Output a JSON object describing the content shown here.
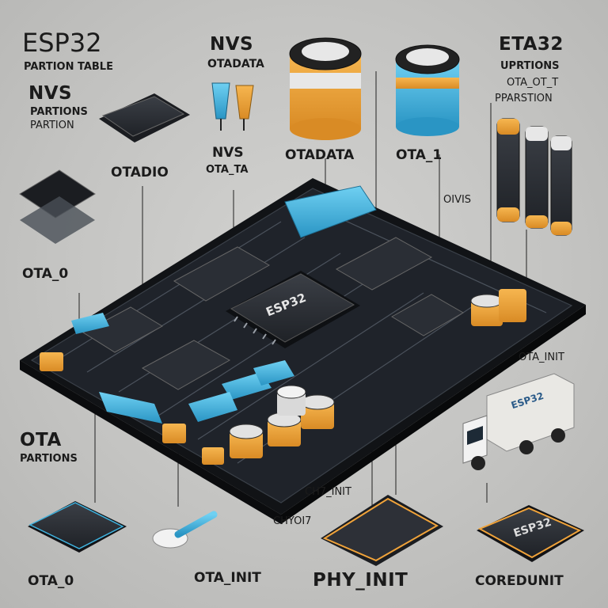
{
  "labels": {
    "esp32_title": "ESP32",
    "partition_table": "PARTION TABLE",
    "nvs_partitions_1": "NVS",
    "nvs_partitions_2": "PARTIONS",
    "nvs_partitions_3": "PARTION",
    "nvs_otadata_1": "NVS",
    "nvs_otadata_2": "OTADATA",
    "eta32_1": "ETA32",
    "eta32_2": "UPRTIONS",
    "eta32_3": "OTA_OT_T",
    "eta32_4": "PPARSTION",
    "otadio": "OTADIO",
    "nvs_ota_t_1": "NVS",
    "nvs_ota_t_2": "OTA_TA",
    "otadata": "OTADATA",
    "ota_1": "OTA_1",
    "ovis": "OIVIS",
    "ota_0_left": "OTA_0",
    "ota_init_right": "OTA_INIT",
    "ota_partitions_1": "OTA",
    "ota_partitions_2": "PARTIONS",
    "ch7_init": "CH7_INIT",
    "chy": "CHYOI7",
    "ota_0_bottom": "OTA_0",
    "ota_init_bottom": "OTA_INIT",
    "phy_init": "PHY_INIT",
    "coredunit": "COREDUNIT"
  },
  "chip_marks": {
    "main_cpu": "ESP32",
    "bottom_right_chip": "ESP32",
    "truck_text": "ESP32"
  },
  "colors": {
    "accent_blue": "#3fb2de",
    "accent_orange": "#f0a33a",
    "board": "#1c1f24",
    "chip": "#2a2d33"
  }
}
